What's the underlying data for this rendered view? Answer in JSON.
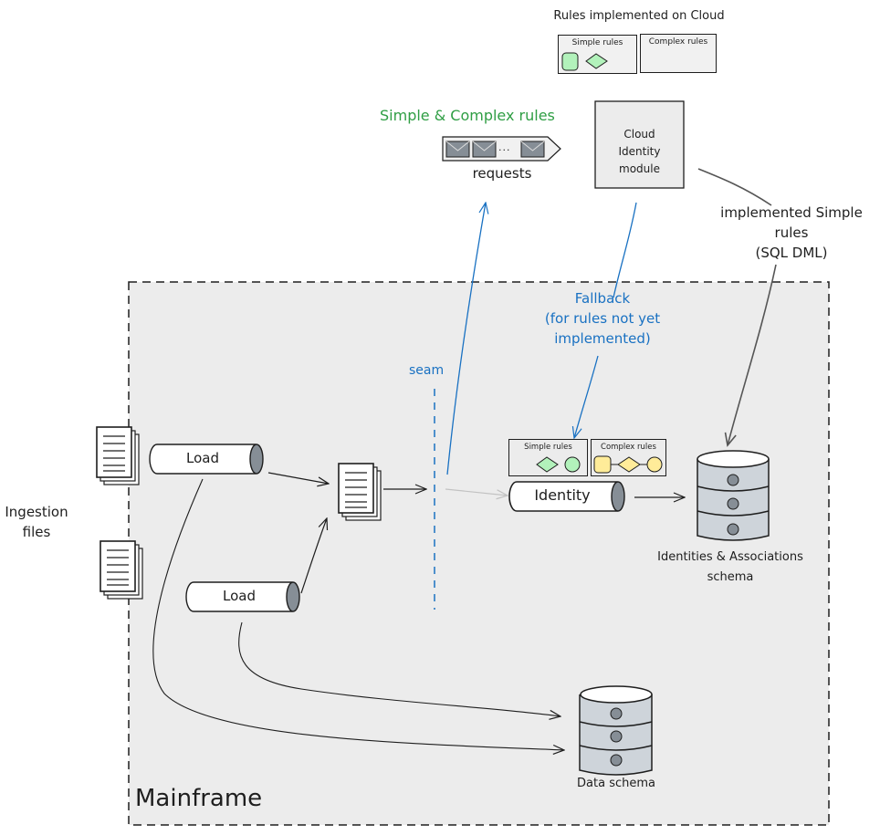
{
  "colors": {
    "stroke": "#1e1e1e",
    "blue": "#1971c2",
    "green": "#2f9e44",
    "mainframe_fill": "#ececec",
    "simple_rule_fill": "#b2f2bb",
    "complex_rule_fill": "#ffec99",
    "db_fill": "#ced4da",
    "db_dot": "#868e96",
    "cylinder_cap": "#868e96",
    "envelope_fill": "#868e96",
    "faded_arrow": "#c2c2c2"
  },
  "top_legend": {
    "title": "Rules implemented on Cloud",
    "simple_rules_label": "Simple rules",
    "complex_rules_label": "Complex rules"
  },
  "queue": {
    "heading": "Simple & Complex rules",
    "ellipsis": "...",
    "label": "requests"
  },
  "cloud_module": {
    "lines": [
      "Cloud",
      "Identity",
      "module"
    ]
  },
  "annotations": {
    "implemented_simple": [
      "implemented Simple",
      "rules",
      "(SQL DML)"
    ],
    "fallback": [
      "Fallback",
      "(for rules not yet",
      "implemented)"
    ],
    "seam": "seam"
  },
  "ingestion": {
    "label_lines": [
      "Ingestion",
      "files"
    ]
  },
  "mainframe": {
    "title": "Mainframe",
    "load_1": "Load",
    "load_2": "Load",
    "identity_label": "Identity",
    "identity_simple_rules_label": "Simple rules",
    "identity_complex_rules_label": "Complex rules",
    "identities_db_label": [
      "Identities & Associations",
      "schema"
    ],
    "data_db_label": "Data schema"
  }
}
